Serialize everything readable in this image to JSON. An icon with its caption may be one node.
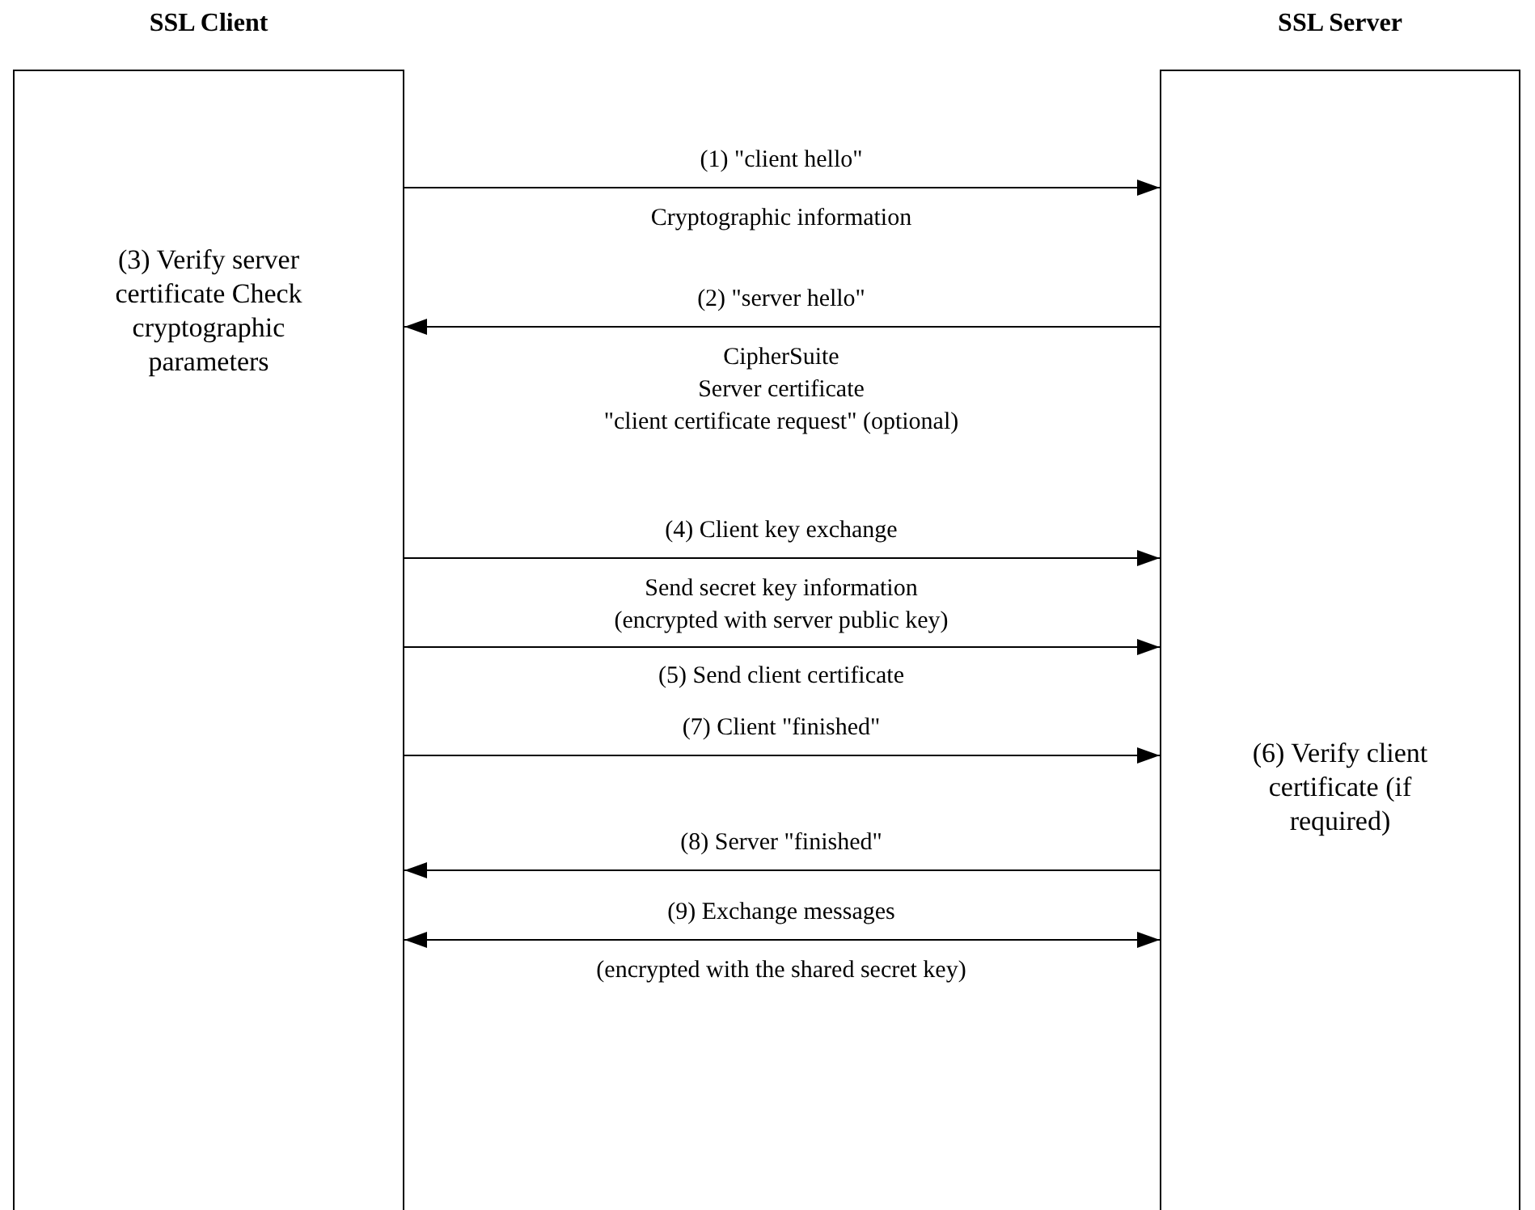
{
  "diagram": {
    "nodes": [
      {
        "text": [
          "SSL Client",
          "(3) Verify server certificate Check cryptographic parameters"
        ]
      },
      {
        "text": [
          "SSL Server",
          "(6) Verify client certificate (if required)"
        ]
      }
    ],
    "edges": [
      {
        "from": 0,
        "to": 1,
        "arrow": "to",
        "label": "(1) \"client hello\""
      },
      {
        "from": 1,
        "to": 0,
        "arrow": "to",
        "label": "(2) \"server hello\""
      },
      {
        "from": 0,
        "to": 1,
        "arrow": "to",
        "label": "(4) Client key exchange"
      },
      {
        "from": 0,
        "to": 1,
        "arrow": "to",
        "label": "(5) Send client certificate"
      },
      {
        "from": 0,
        "to": 1,
        "arrow": "to",
        "label": "(7) Client \"finished\""
      },
      {
        "from": 1,
        "to": 0,
        "arrow": "to",
        "label": "(8) Server \"finished\""
      },
      {
        "from": 0,
        "to": 1,
        "arrow": "both",
        "label": "(9) Exchange messages"
      }
    ],
    "labels": [
      "Cryptographic information",
      "CipherSuite",
      "Server certificate",
      "\"client certificate request\" (optional)",
      "Send secret key information (encrypted with server public key)",
      "(encrypted with the shared secret key)"
    ]
  }
}
